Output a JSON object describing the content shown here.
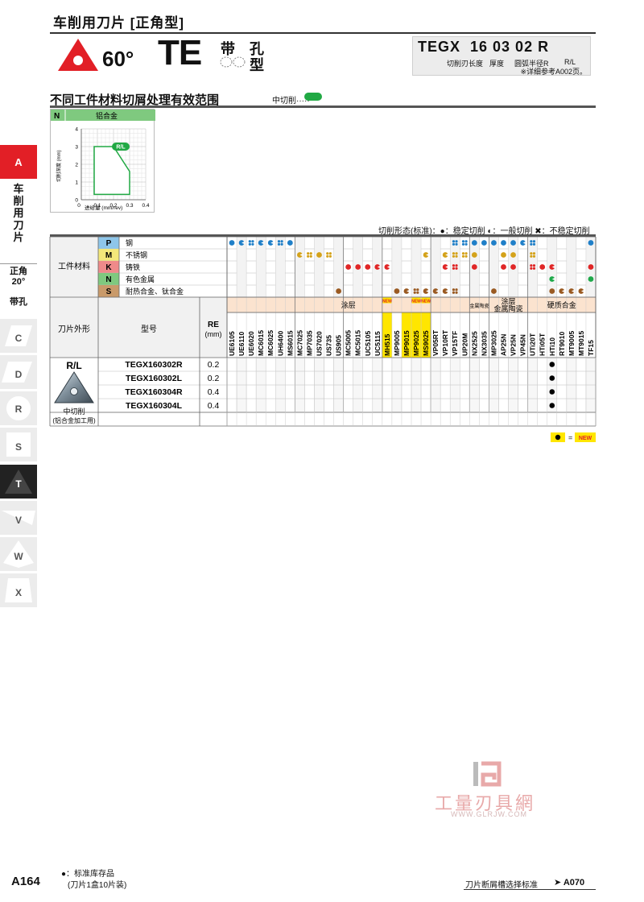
{
  "header": {
    "category": "车削用刀片 [正角型]",
    "angle": "60°",
    "insert_code": "TE",
    "feature_1": "带",
    "feature_2": "孔",
    "feature_3": "型",
    "code_example": "TEGX  16 03 02 R",
    "code_labels": [
      "切削刃长度",
      "厚度",
      "圆弧半径R",
      "R/L"
    ],
    "code_note": "※详细参考A002页。"
  },
  "section": {
    "title": "不同工件材料切屑处理有效范围",
    "legend_label": "中切削·····",
    "legend_color": "#21a944"
  },
  "chip_chart": {
    "material_code": "N",
    "material_name": "铝合金",
    "ylabel": "切削深度 (mm)",
    "xlabel": "进给量 (mm/rev)",
    "region_label": "R/L"
  },
  "chart_data": {
    "type": "area",
    "title": "铝合金",
    "xlabel": "进给量 (mm/rev)",
    "ylabel": "切削深度 (mm)",
    "xticks": [
      "0.1",
      "0.2",
      "0.3",
      "0.4"
    ],
    "yticks": [
      "0",
      "1",
      "2",
      "3",
      "4"
    ],
    "xlim": [
      0,
      0.4
    ],
    "ylim": [
      0,
      4
    ],
    "series": [
      {
        "name": "R/L",
        "polygon": [
          [
            0.08,
            0.3
          ],
          [
            0.08,
            3.0
          ],
          [
            0.2,
            3.0
          ],
          [
            0.3,
            1.6
          ],
          [
            0.3,
            0.3
          ]
        ]
      }
    ]
  },
  "side": {
    "tab_a": "A",
    "tab_turn": [
      "车",
      "削",
      "用",
      "刀",
      "片"
    ],
    "tab_pos": [
      "正角",
      "20°"
    ],
    "tab_hole": "带孔",
    "shape_tabs": [
      "C",
      "D",
      "R",
      "S",
      "T",
      "V",
      "W",
      "X"
    ],
    "active_shape": "T"
  },
  "table": {
    "caption": "切削形态(标准)：●：稳定切削  ◐：一般切削  ✖：不稳定切削",
    "labels": {
      "workpiece": "工件材料",
      "shape": "刀片外形",
      "model": "型号",
      "re": "RE",
      "re_unit": "(mm)"
    },
    "materials": [
      {
        "code": "P",
        "name": "钢",
        "color": "#8ec6ea"
      },
      {
        "code": "M",
        "name": "不锈钢",
        "color": "#f3e77a"
      },
      {
        "code": "K",
        "name": "铸铁",
        "color": "#ef8a8a"
      },
      {
        "code": "N",
        "name": "有色金属",
        "color": "#7fc97f"
      },
      {
        "code": "S",
        "name": "耐热合金、钛合金",
        "color": "#c99a6a"
      }
    ],
    "group_labels": [
      "涂层",
      "金属陶瓷",
      "涂层\n金属陶瓷",
      "硬质合金"
    ],
    "grades": [
      "UE6105",
      "UE6110",
      "UE6020",
      "MC6015",
      "MC6025",
      "UH6400",
      "MS6015",
      "MC7025",
      "MP7035",
      "US7020",
      "US735",
      "US905",
      "MC5005",
      "MC5015",
      "UC5105",
      "UC5115",
      "MH515",
      "MP9005",
      "MP9015",
      "MP9025",
      "MS9025",
      "VP05RT",
      "VP10RT",
      "VP15TF",
      "UP20M",
      "NX2525",
      "NX3035",
      "MP3025",
      "AP25N",
      "VP25N",
      "VP45N",
      "UTi20T",
      "HTi05T",
      "HTi10",
      "RT9010",
      "MT9005",
      "MT9015",
      "TF15"
    ],
    "new_flags": [
      "NEW",
      "NEW",
      "NEW"
    ],
    "new_legend": "NEW",
    "insert_shape": "R/L",
    "insert_use": "中切削",
    "insert_use_sub": "(铝合金加工用)",
    "rows": [
      {
        "model": "TEGX160302R",
        "re": "0.2"
      },
      {
        "model": "TEGX160302L",
        "re": "0.2"
      },
      {
        "model": "TEGX160304R",
        "re": "0.4"
      },
      {
        "model": "TEGX160304L",
        "re": "0.4"
      }
    ],
    "stock_grade": "HTi10"
  },
  "watermark": {
    "name": "工量刃具網",
    "url": "WWW.GLRJW.COM"
  },
  "footer": {
    "page": "A164",
    "stock_note": "●：标准库存品",
    "pack_note": "(刀片1盒10片装)",
    "link": "刀片断屑槽选择标准",
    "link_ref": "➤ A070"
  }
}
